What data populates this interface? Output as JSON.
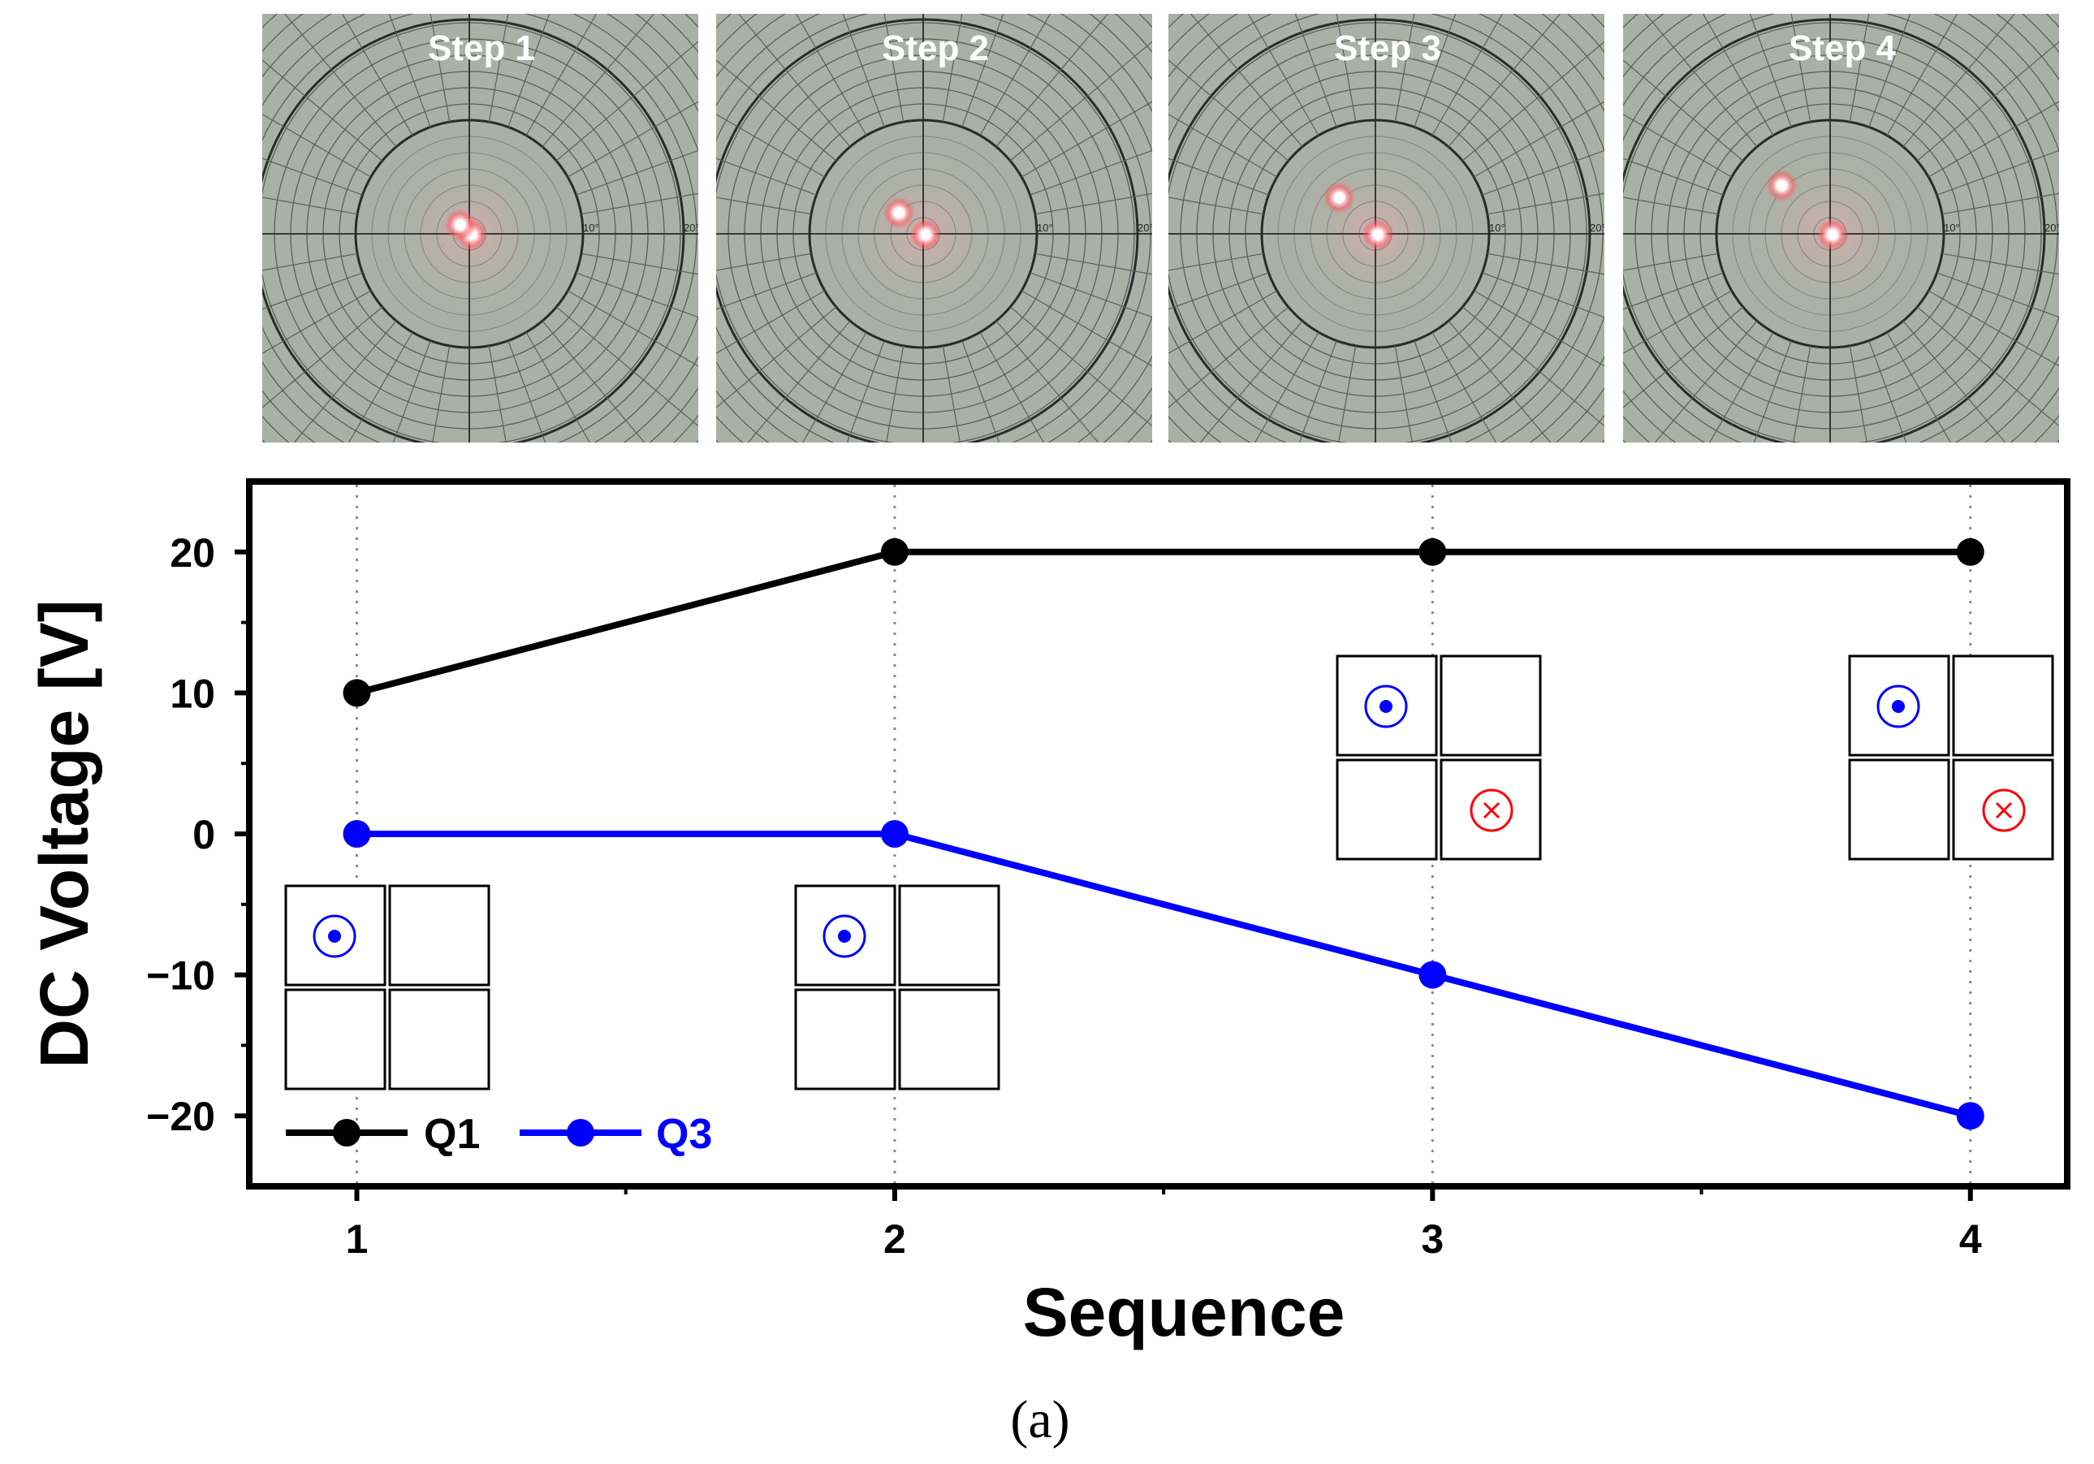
{
  "photos": {
    "titles": [
      "Step 1",
      "Step 2",
      "Step 3",
      "Step 4"
    ],
    "ring_labels": [
      "10°",
      "20°"
    ],
    "background_color": "#a9b1a6",
    "spot_color": "#ff5a64",
    "spot_offsets_deg": [
      {
        "x": -0.9,
        "y": 0.9
      },
      {
        "x": -2.4,
        "y": 2.1
      },
      {
        "x": -3.6,
        "y": 3.6
      },
      {
        "x": -4.8,
        "y": 4.8
      }
    ]
  },
  "chart_data": {
    "type": "line",
    "x": [
      1,
      2,
      3,
      4
    ],
    "series": [
      {
        "name": "Q1",
        "values": [
          10,
          20,
          20,
          20
        ],
        "color": "#000000"
      },
      {
        "name": "Q3",
        "values": [
          0,
          0,
          -10,
          -20
        ],
        "color": "#0000ff"
      }
    ],
    "xlabel": "Sequence",
    "ylabel": "DC Voltage [V]",
    "xlim": [
      0.8,
      4.18
    ],
    "ylim": [
      -25,
      25
    ],
    "xticks": [
      "1",
      "2",
      "3",
      "4"
    ],
    "yticks": [
      "20",
      "10",
      "0",
      "−10",
      "−20"
    ],
    "ytick_values": [
      20,
      10,
      0,
      -10,
      -20
    ],
    "grid": "vertical dotted at x ticks",
    "legend_position": "bottom-left",
    "quadrant_insets": [
      {
        "x": 1,
        "active": [
          "Q1"
        ],
        "symbols": [
          "dot-out"
        ]
      },
      {
        "x": 2,
        "active": [
          "Q1"
        ],
        "symbols": [
          "dot-out"
        ]
      },
      {
        "x": 3,
        "active": [
          "Q1",
          "Q3"
        ],
        "symbols": [
          "dot-out",
          "cross-in"
        ]
      },
      {
        "x": 4,
        "active": [
          "Q1",
          "Q3"
        ],
        "symbols": [
          "dot-out",
          "cross-in"
        ]
      }
    ],
    "inset_colors": {
      "dot": "#0000ff",
      "cross": "#ff0000"
    }
  },
  "caption": "(a)"
}
